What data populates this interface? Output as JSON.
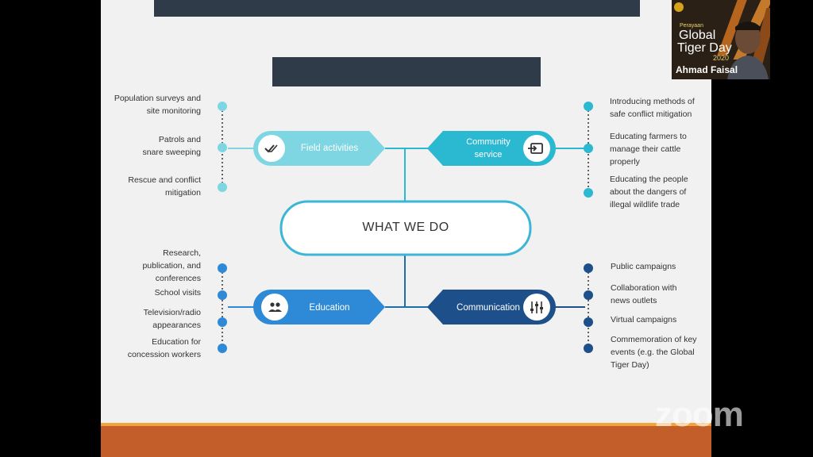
{
  "center": {
    "title": "WHAT WE DO"
  },
  "field": {
    "label": "Field activities",
    "items": [
      "Population surveys and site monitoring",
      "Patrols  and snare sweeping",
      "Rescue and conflict mitigation"
    ]
  },
  "community": {
    "label": "Community service",
    "items": [
      "Introducing methods of safe conflict mitigation",
      "Educating farmers to manage their cattle properly",
      "Educating the people about the dangers of illegal wildlife trade"
    ]
  },
  "education": {
    "label": "Education",
    "items": [
      "Research, publication, and conferences",
      "School visits",
      "Television/radio appearances",
      "Education for concession workers"
    ]
  },
  "communication": {
    "label": "Communication",
    "items": [
      "Public campaigns",
      "Collaboration with news outlets",
      "Virtual campaigns",
      "Commemoration of key events (e.g. the Global Tiger Day)"
    ]
  },
  "video": {
    "event_line1": "Perayaan",
    "event_line2": "Global",
    "event_line3": "Tiger Day",
    "event_year": "2020",
    "participant_name": "Ahmad Faisal"
  },
  "watermark": "zoom",
  "colors": {
    "slide_bg": "#f1f1f1",
    "dark_bar": "#2f3b49",
    "field": "#7fd6e3",
    "community": "#2bb8d1",
    "education": "#2e8ad6",
    "communication": "#1d4f8a",
    "center_stroke": "#3bb6d7",
    "bottom_bar": "#c35d2a",
    "bottom_line": "#f2a33a"
  }
}
